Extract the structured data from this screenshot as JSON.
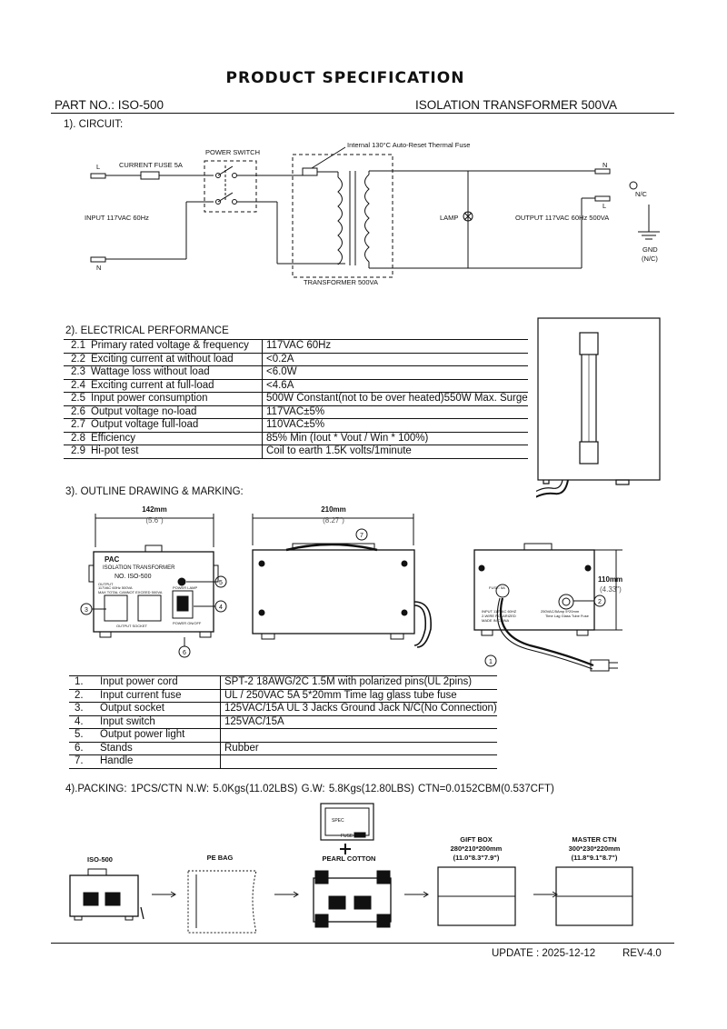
{
  "header": {
    "title": "PRODUCT SPECIFICATION",
    "part_no": "PART NO.: ISO-500",
    "part_name": "ISOLATION TRANSFORMER 500VA"
  },
  "circuit": {
    "heading": "1). CIRCUIT:",
    "fuse_label": "Internal 130°C Auto-Reset Thermal Fuse",
    "power_switch": "POWER SWITCH",
    "current_fuse": "CURRENT FUSE 5A",
    "input_label": "INPUT 117VAC 60Hz",
    "output_label": "OUTPUT 117VAC 60Hz 500VA",
    "lamp": "LAMP",
    "transformer": "TRANSFORMER 500VA",
    "l_in": "L",
    "n_in": "N",
    "n_out": "N",
    "l_out": "L",
    "nc": "N/C",
    "gnd": "GND",
    "gnd_nc": "(N/C)"
  },
  "electrical": {
    "heading": "2). ELECTRICAL PERFORMANCE",
    "rows": [
      {
        "no": "2.1",
        "item": "Primary rated voltage & frequency",
        "value": "117VAC  60Hz"
      },
      {
        "no": "2.2",
        "item": "Exciting current at without load",
        "value": "<0.2A"
      },
      {
        "no": "2.3",
        "item": "Wattage loss  without load",
        "value": "<6.0W"
      },
      {
        "no": "2.4",
        "item": "Exciting current at full-load",
        "value": "<4.6A"
      },
      {
        "no": "2.5",
        "item": "Input power consumption",
        "value": "500W Constant(not to be over heated)550W Max. Surge"
      },
      {
        "no": "2.6",
        "item": "Output voltage no-load",
        "value": "117VAC±5%"
      },
      {
        "no": "2.7",
        "item": "Output voltage full-load",
        "value": "110VAC±5%"
      },
      {
        "no": "2.8",
        "item": "Efficiency",
        "value": "85% Min (Iout * Vout / Win * 100%)"
      },
      {
        "no": "2.9",
        "item": "Hi-pot test",
        "value": "Coil to earth 1.5K volts/1minute"
      }
    ]
  },
  "outline": {
    "heading": "3). OUTLINE DRAWING & MARKING:",
    "dim_w": "142mm",
    "dim_w_in": "(5.6\")",
    "dim_l": "210mm",
    "dim_l_in": "(8.27\")",
    "dim_h": "110mm",
    "dim_h_in": "(4.33\")",
    "front_brand": "PAC",
    "front_title": "ISOLATION TRANSFORMER",
    "front_model": "NO. ISO-500",
    "front_output": "OUTPUT",
    "front_output2": "117VAC 60Hz 500VA",
    "front_warn": "MAX TOTAL CANNOT EXCEED 500VA",
    "front_socket": "OUTPUT SOCKET",
    "front_lamp": "POWER LAMP",
    "front_switch": "POWER ON/OFF",
    "back_fuse": "FUSE: 5A",
    "back_input1": "INPUT 117VAC 60HZ",
    "back_input2": "2-WIRE POLARIZED",
    "back_input3": "MADE IN CHINA",
    "back_fuse2": "250VAC/5Amp 5*20mm",
    "back_fuse3": "Time Lag Glass Tube Fuse"
  },
  "parts": {
    "rows": [
      {
        "no": "1.",
        "item": "Input power cord",
        "value": "SPT-2 18AWG/2C 1.5M with polarized pins(UL 2pins)"
      },
      {
        "no": "2.",
        "item": "Input current fuse",
        "value": "UL / 250VAC 5A 5*20mm Time lag glass tube fuse"
      },
      {
        "no": "3.",
        "item": "Output socket",
        "value": "125VAC/15A UL 3 Jacks Ground Jack N/C(No Connection)"
      },
      {
        "no": "4.",
        "item": "Input switch",
        "value": "125VAC/15A"
      },
      {
        "no": "5.",
        "item": "Output power light",
        "value": ""
      },
      {
        "no": "6.",
        "item": "Stands",
        "value": "Rubber"
      },
      {
        "no": "7.",
        "item": "Handle",
        "value": ""
      }
    ]
  },
  "packing": {
    "line": "4).PACKING:   1PCS/CTN   N.W: 5.0Kgs(11.02LBS)     G.W: 5.8Kgs(12.80LBS)     CTN=0.0152CBM(0.537CFT)",
    "iso": "ISO-500",
    "pe_bag": "PE BAG",
    "pearl": "PEARL COTTON",
    "plus": "+",
    "spec": "SPEC",
    "fuse": "FUSE",
    "gift_box": "GIFT BOX",
    "gift_mm": "280*210*200mm",
    "gift_in": "(11.0\"8.3\"7.9\")",
    "master": "MASTER CTN",
    "master_mm": "300*230*220mm",
    "master_in": "(11.8\"9.1\"8.7\")"
  },
  "footer": {
    "update": "UPDATE : 2025-12-12",
    "rev": "REV-4.0"
  }
}
